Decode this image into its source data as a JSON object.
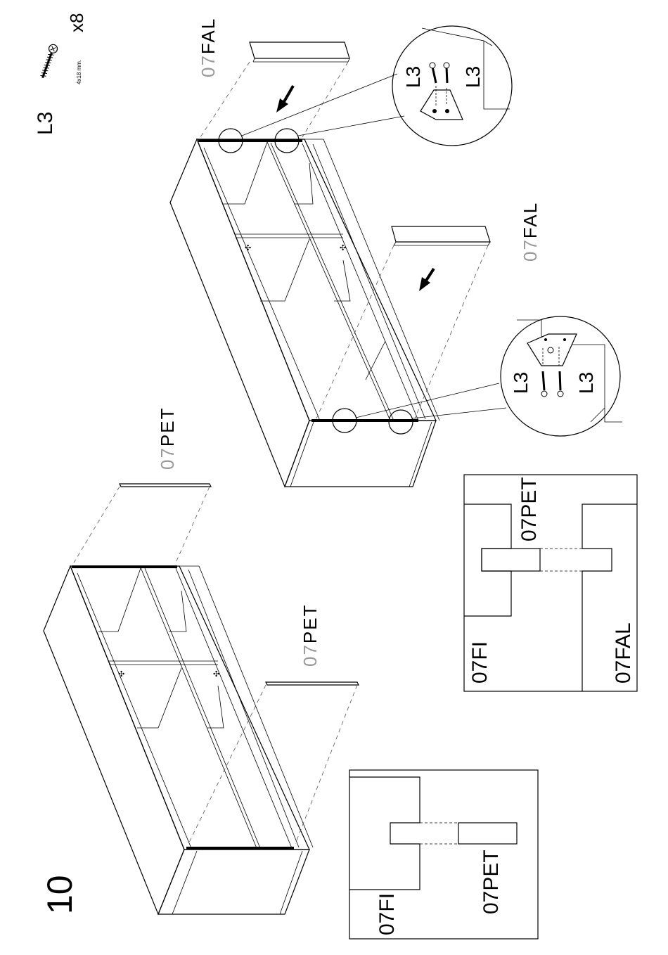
{
  "step": {
    "number": "10"
  },
  "hardware": {
    "code": "L3",
    "size": "4x18 mm.",
    "quantity": "x8"
  },
  "labels": {
    "back_panel_top": "07FAL",
    "back_panel_right": "07FAL",
    "base_top": "07PET",
    "base_bottom": "07PET",
    "detail_left_top": "L3",
    "detail_left_bottom": "L3",
    "detail_right_top": "L3",
    "detail_right_bottom": "L3"
  },
  "inset_left": {
    "side_label": "07FI",
    "part_label": "07PET"
  },
  "inset_right": {
    "side_label": "07FI",
    "back_label": "07FAL",
    "part_label": "07PET"
  }
}
